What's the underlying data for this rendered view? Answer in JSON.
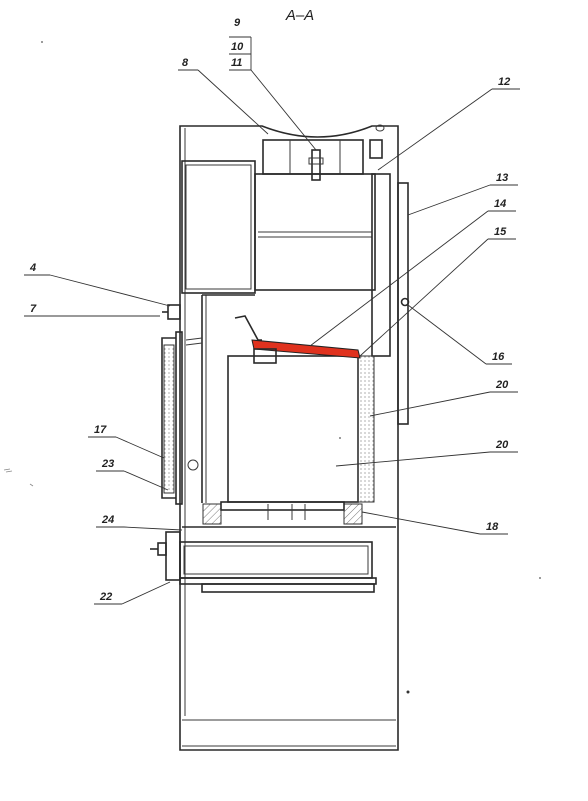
{
  "section_title": "A–A",
  "colors": {
    "line": "#2a2a2a",
    "baffle": "#e0321e",
    "chamotte": "#d8d8d8"
  },
  "labels": {
    "l4": "4",
    "l7": "7",
    "l8": "8",
    "l9": "9",
    "l10": "10",
    "l11": "11",
    "l12": "12",
    "l13": "13",
    "l14": "14",
    "l15": "15",
    "l16": "16",
    "l17": "17",
    "l18": "18",
    "l20a": "20",
    "l20b": "20",
    "l22": "22",
    "l23": "23",
    "l24": "24"
  }
}
